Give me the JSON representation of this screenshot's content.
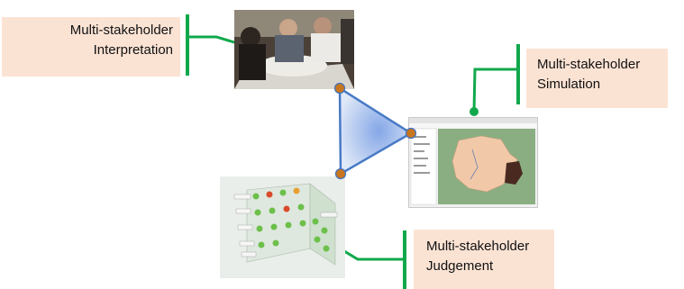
{
  "labels": {
    "interpretation": [
      "Multi-stakeholder",
      "Interpretation"
    ],
    "simulation": [
      "Multi-stakeholder",
      "Simulation"
    ],
    "judgement": [
      "Multi-stakeholder",
      "Judgement"
    ]
  },
  "images": {
    "interpretation": "photo of people gathered around a table with a map",
    "simulation": "GIS software window showing a regional map",
    "judgement": "3D cube visualization with colored spheres"
  },
  "colors": {
    "label_fill": "#fbe3d4",
    "connector": "#11a84c",
    "triangle_edge": "#3f73c4",
    "triangle_fill": "#aac3f0",
    "vertex_dot": "#c8761e"
  }
}
